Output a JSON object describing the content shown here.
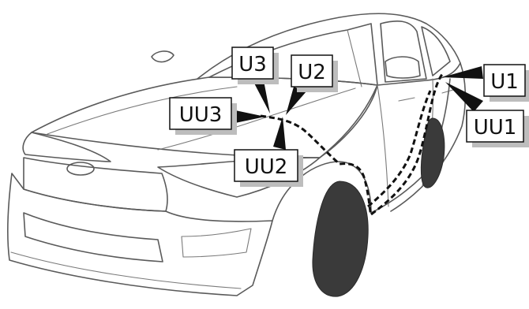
{
  "labels": {
    "u1": "U1",
    "uu1": "UU1",
    "u2": "U2",
    "u3": "U3",
    "uu2": "UU2",
    "uu3": "UU3"
  },
  "colors": {
    "outline": "#5a5a5a",
    "route": "#111111",
    "label_shadow": "#bdbdbd",
    "tire": "#3a3a3a"
  }
}
